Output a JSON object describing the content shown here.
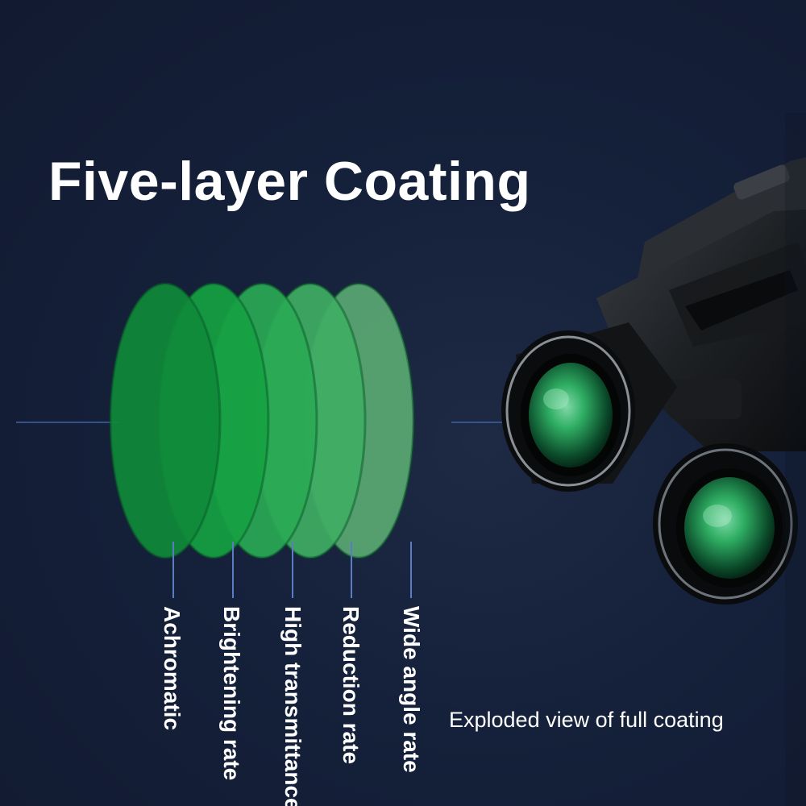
{
  "headline": "Five-layer Coating",
  "layers": [
    {
      "label": "Achromatic",
      "color": "#0f8a3a"
    },
    {
      "label": "Brightening rate",
      "color": "#16a243"
    },
    {
      "label": "High transmittance",
      "color": "#2aa955"
    },
    {
      "label": "Reduction rate",
      "color": "#3fae63"
    },
    {
      "label": "Wide angle rate",
      "color": "#5aa872"
    }
  ],
  "caption": "Exploded view of full coating",
  "colors": {
    "background": "#15203a",
    "text": "#ffffff",
    "axis_line": "#3b5fa0",
    "lens_green": "#2fae63"
  },
  "icons": {
    "product": "binoculars-icon"
  }
}
